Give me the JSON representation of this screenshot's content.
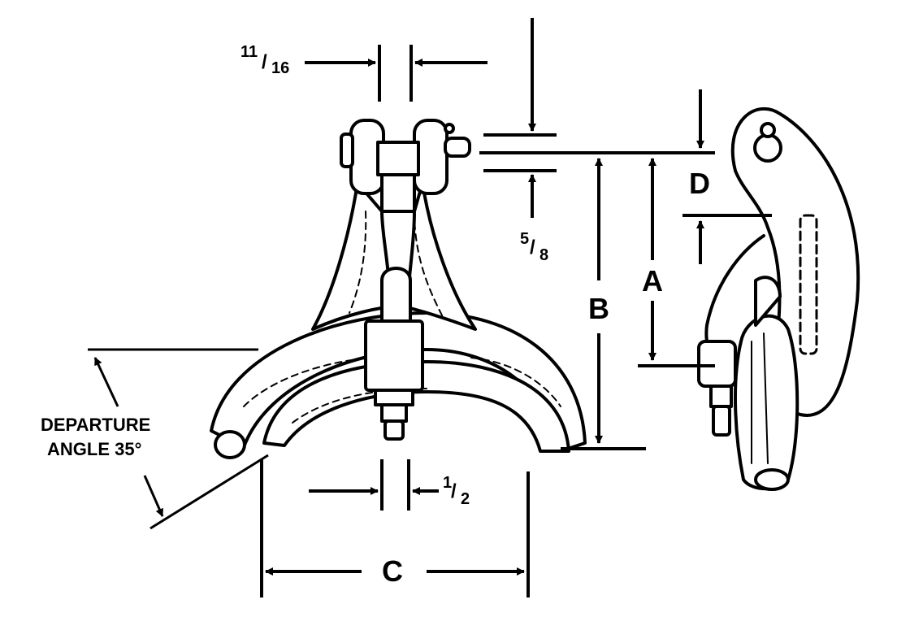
{
  "labels": {
    "dim_top_num": "11",
    "dim_top_den": "16",
    "dim_58_num": "5",
    "dim_58_den": "8",
    "dim_12_num": "1",
    "dim_12_den": "2",
    "label_A": "A",
    "label_B": "B",
    "label_C": "C",
    "label_D": "D",
    "departure_line1": "DEPARTURE",
    "departure_line2": "ANGLE 35°"
  },
  "colors": {
    "ink": "#000000",
    "paper": "#ffffff"
  }
}
